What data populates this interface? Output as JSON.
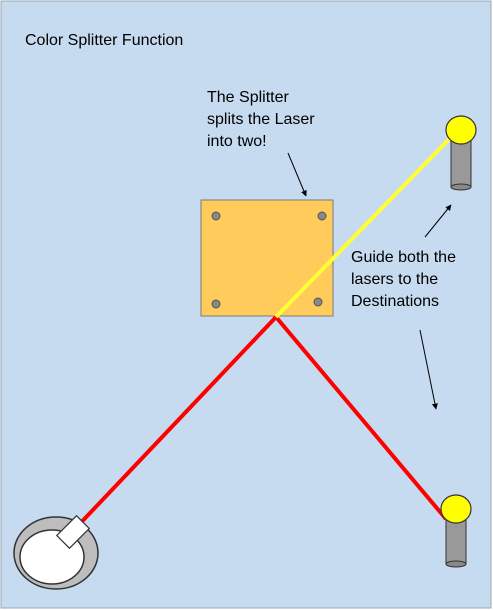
{
  "title": "Color Splitter Function",
  "annotations": {
    "splitter": [
      "The Splitter",
      "splits the Laser",
      "into two!"
    ],
    "guide": [
      "Guide both the",
      "lasers to the",
      "Destinations"
    ]
  },
  "colors": {
    "background": "#c6dbef",
    "splitter_fill": "#ffcc5c",
    "laser_red": "#ff0000",
    "laser_yellow": "#ffff33",
    "target_top": "#ffff00",
    "post": "#999999"
  },
  "pieces": {
    "source": "laser-emitter",
    "splitter": "beam-splitter",
    "destinations": [
      "destination-upper",
      "destination-lower"
    ]
  }
}
